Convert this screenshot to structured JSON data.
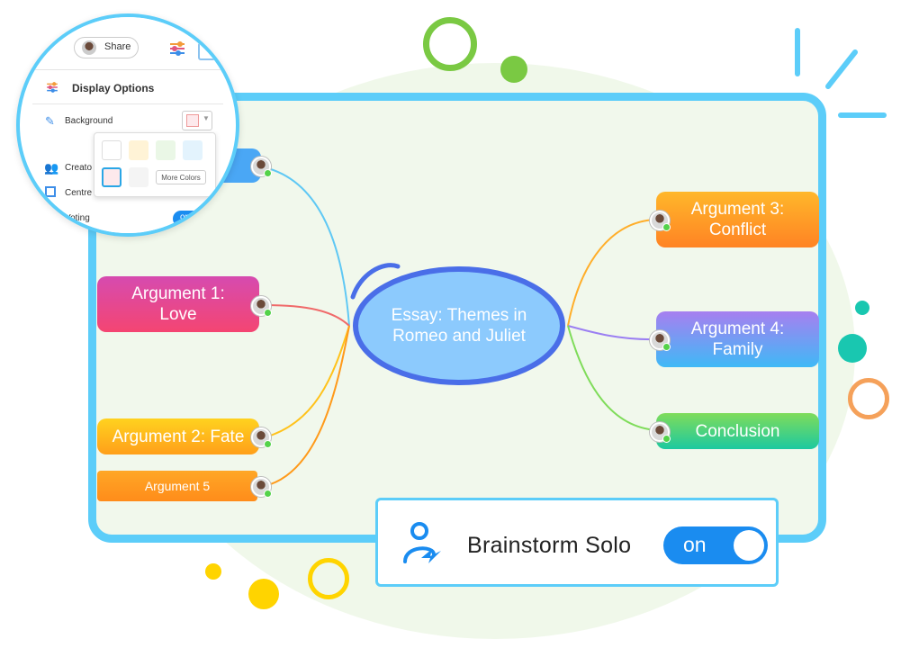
{
  "map": {
    "central": "Essay: Themes in\nRomeo and Juliet",
    "nodes": {
      "arg1": "Argument 1:\nLove",
      "arg2": "Argument 2: Fate",
      "arg3": "Argument 3:\nConflict",
      "arg4": "Argument 4:\nFamily",
      "arg5": "Argument 5",
      "conclusion": "Conclusion"
    }
  },
  "toolbar": {
    "share_label": "Share"
  },
  "display_options": {
    "title": "Display Options",
    "background_label": "Background",
    "creator_label": "Creato",
    "centre_label": "Centre",
    "voting_label": "Voting",
    "voting_toggle": "on",
    "more_colors": "More Colors",
    "swatches": [
      "#ffffff",
      "#fff3d6",
      "#eaf7e6",
      "#e3f3fd",
      "#fde9ec",
      "#f4f4f4"
    ],
    "selected_swatch": "#fde9ec"
  },
  "brainstorm_solo": {
    "label": "Brainstorm Solo",
    "toggle": "on"
  },
  "colors": {
    "frame": "#5ccdf9",
    "central_fill": "#8ccafd",
    "central_stroke": "#4a6ee8",
    "toggle": "#1a8cf0"
  }
}
